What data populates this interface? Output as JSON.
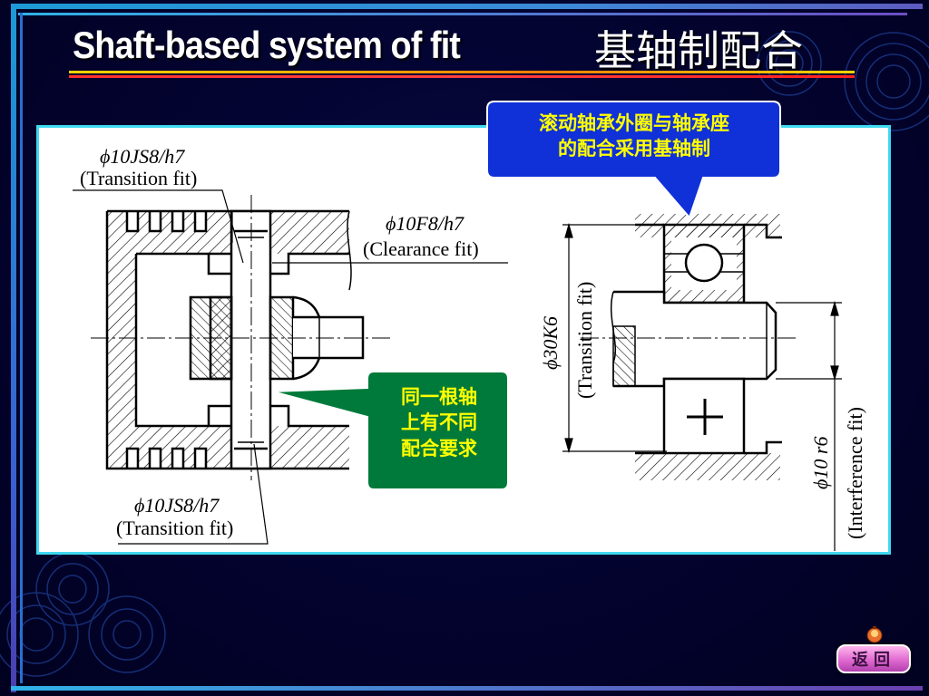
{
  "slide": {
    "title_en": "Shaft-based system of fit",
    "title_cn": "基轴制配合"
  },
  "callouts": {
    "bearing_line1": "滚动轴承外圈与轴承座",
    "bearing_line2": "的配合采用基轴制",
    "shaft_line1": "同一根轴",
    "shaft_line2": "上有不同",
    "shaft_line3": "配合要求"
  },
  "annotations": {
    "top_left_fit": "ϕ10JS8/h7",
    "top_left_fit_desc": "(Transition fit)",
    "right_fit": "ϕ10F8/h7",
    "right_fit_desc": "(Clearance fit)",
    "bottom_fit": "ϕ10JS8/h7",
    "bottom_fit_desc": "(Transition fit)",
    "housing_fit": "ϕ30K6",
    "housing_fit_desc": "(Transition fit)",
    "shaft_fit": "ϕ10 r6",
    "shaft_fit_desc": "(Interference fit)"
  },
  "nav": {
    "return_label": "返回"
  },
  "colors": {
    "callout_blue": "#1030d8",
    "callout_green": "#007a3a",
    "callout_text": "#ffff00",
    "panel_border": "#3fd8f0"
  }
}
